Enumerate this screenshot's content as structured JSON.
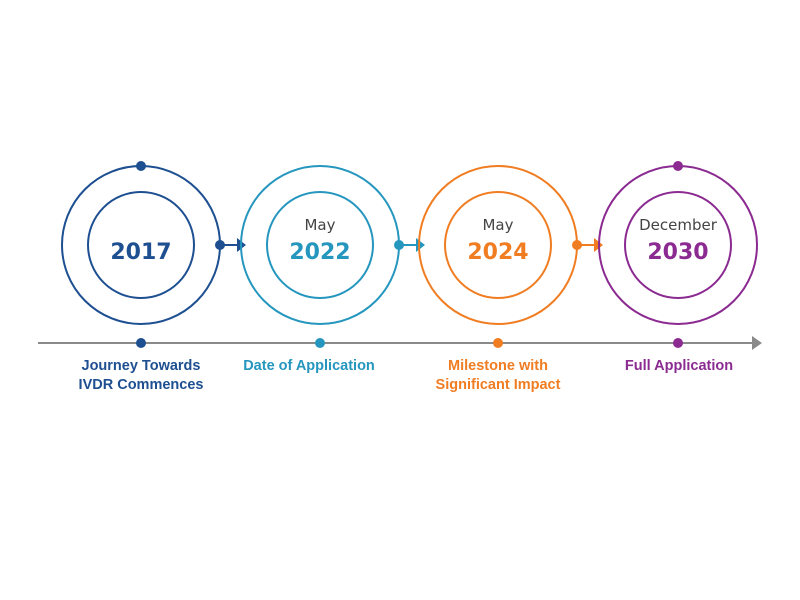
{
  "axis": {
    "color": "#8a8a8a"
  },
  "milestones": [
    {
      "month": "",
      "year": "2017",
      "label_line1": "Journey Towards",
      "label_line2": "IVDR Commences",
      "color": "#1d4f91"
    },
    {
      "month": "May",
      "year": "2022",
      "label_line1": "Date of Application",
      "label_line2": "",
      "color": "#2596be"
    },
    {
      "month": "May",
      "year": "2024",
      "label_line1": "Milestone with",
      "label_line2": "Significant Impact",
      "color": "#f07d22"
    },
    {
      "month": "December",
      "year": "2030",
      "label_line1": "Full Application",
      "label_line2": "",
      "color": "#8b2a91"
    }
  ]
}
